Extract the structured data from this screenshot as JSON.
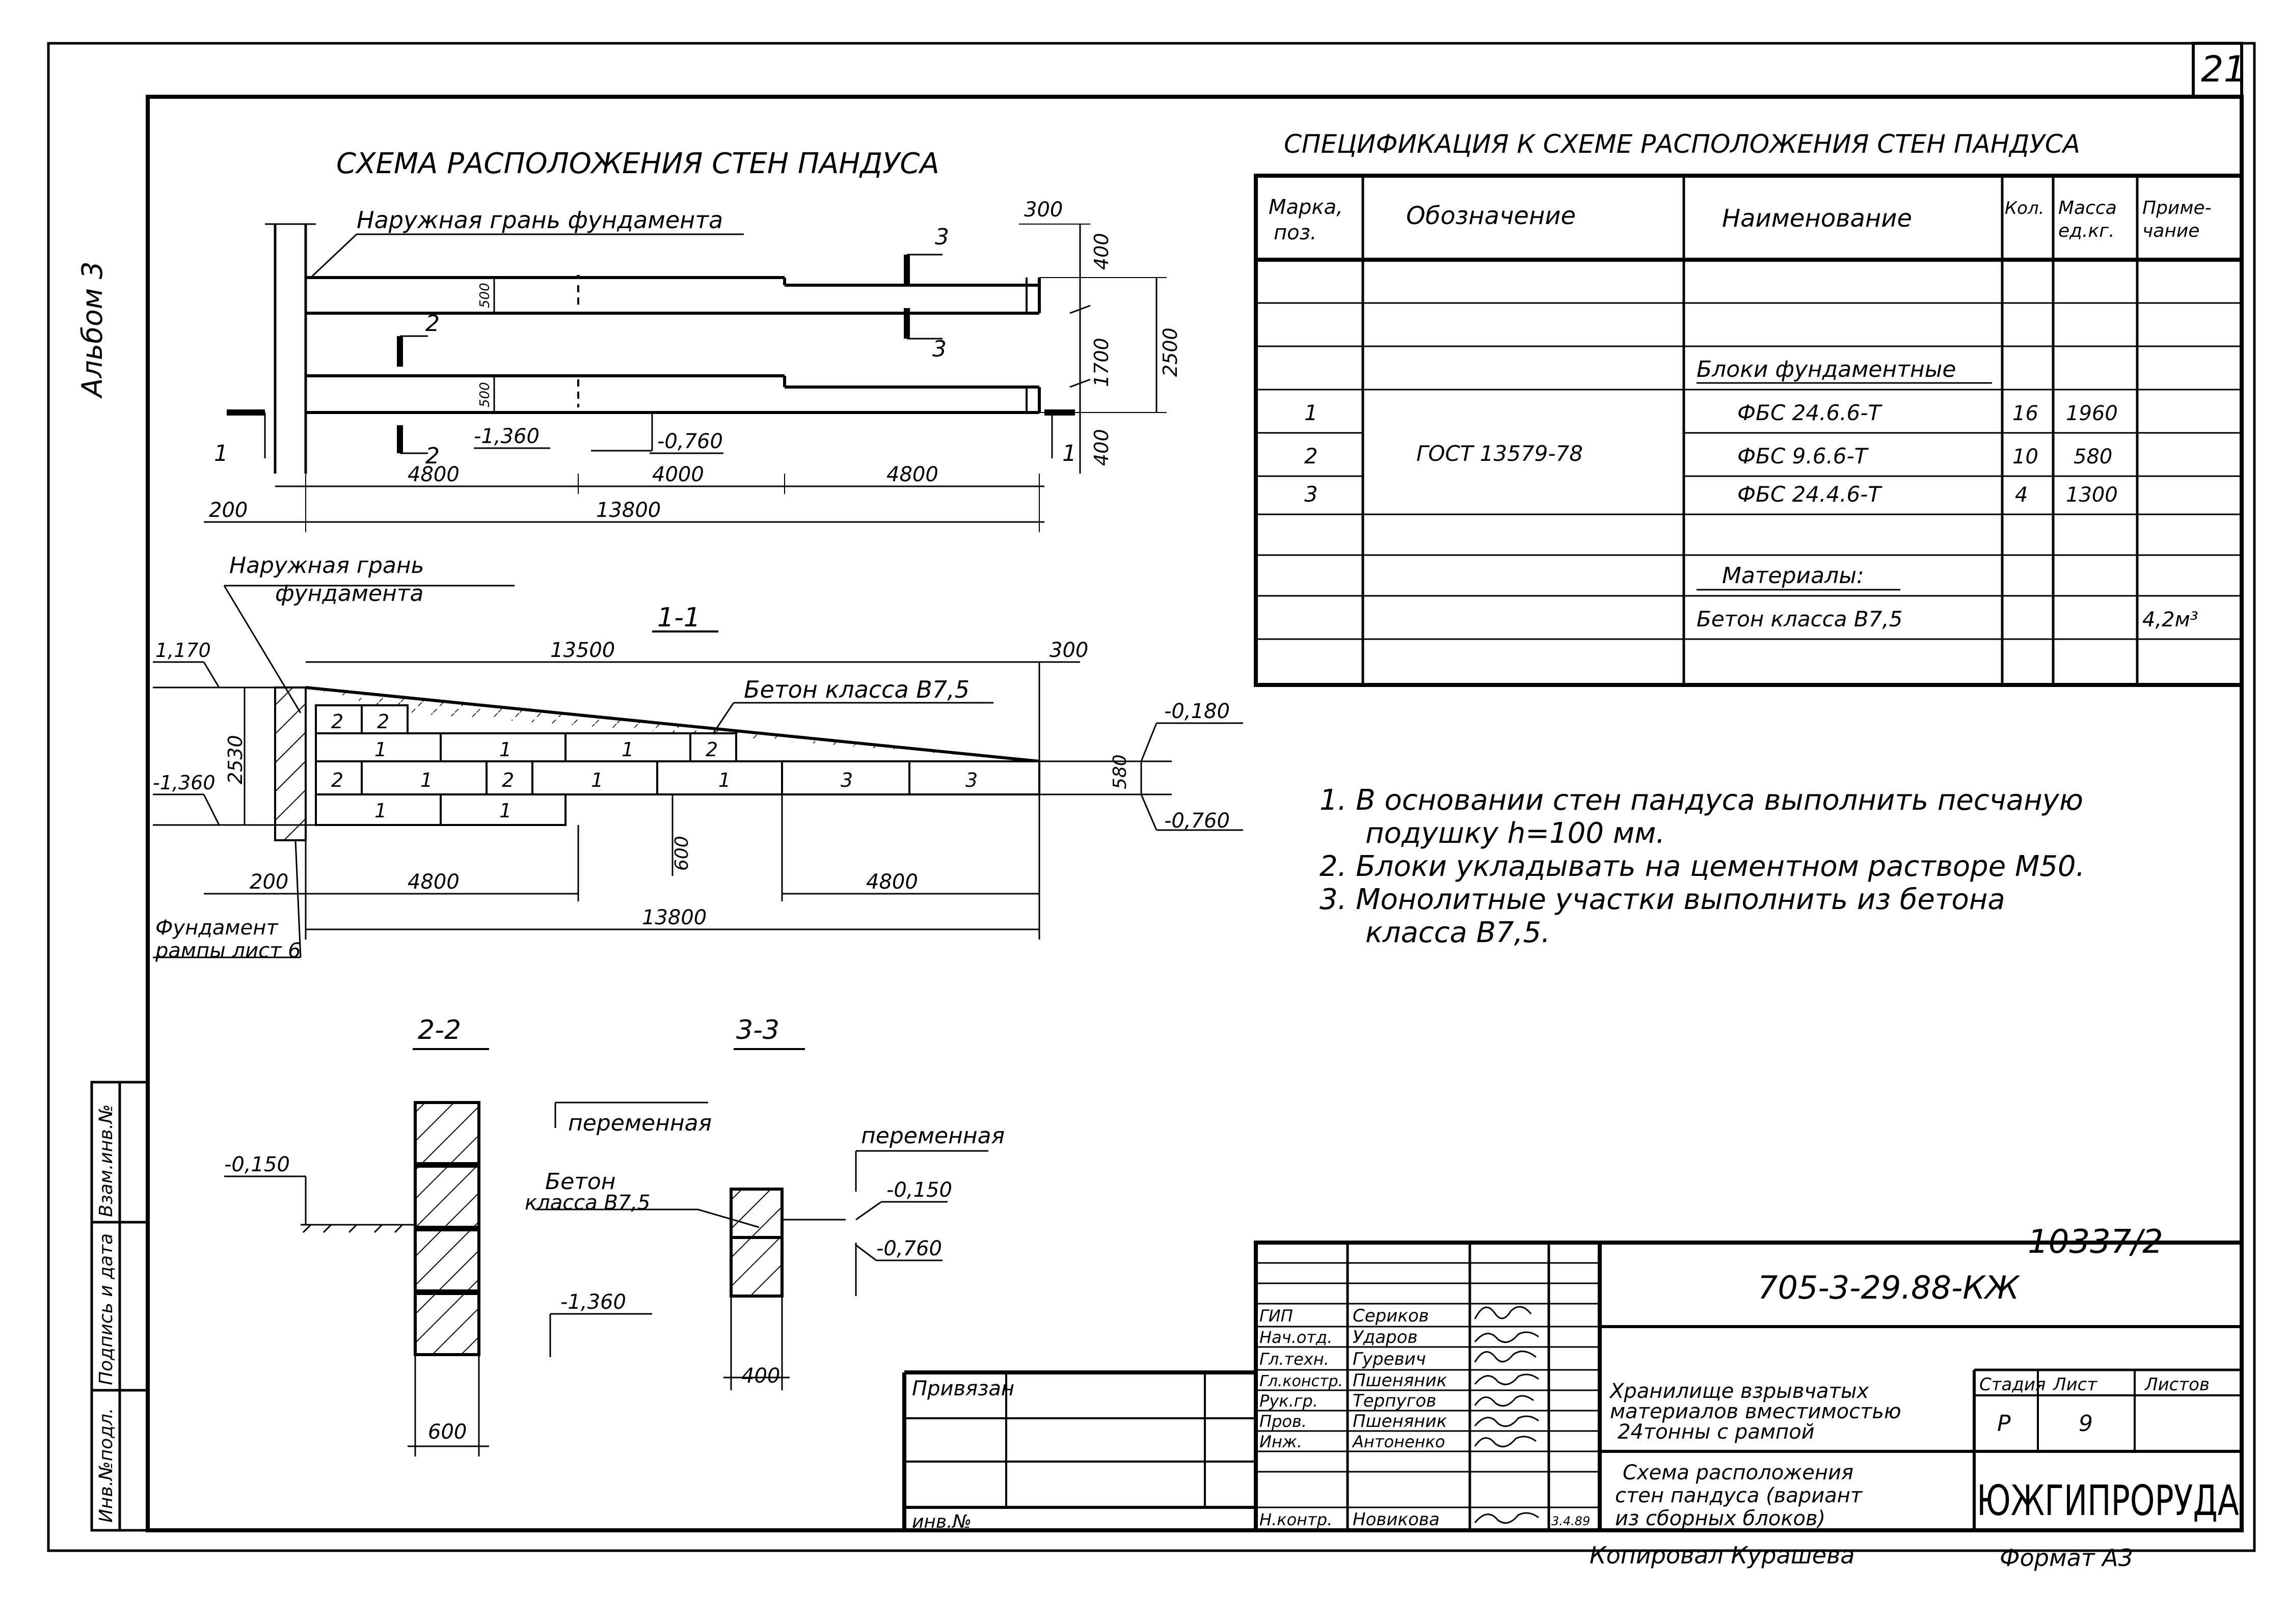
{
  "sheet": {
    "corner_number": "21",
    "album": "Альбом 3",
    "archive_number": "10337/2",
    "copied_by": "Копировал Курашева",
    "format": "Формат А3"
  },
  "plan": {
    "title": "СХЕМА РАСПОЛОЖЕНИЯ СТЕН ПАНДУСА",
    "outer_face_label": "Наружная грань фундамента",
    "dims": {
      "d300": "300",
      "d400a": "400",
      "d1700": "1700",
      "d2500": "2500",
      "d400b": "400",
      "d500a": "500",
      "d500b": "500",
      "seg1": "4800",
      "seg2": "4000",
      "seg3": "4800",
      "total": "13800",
      "offset": "200"
    },
    "levels": {
      "l1": "-1,360",
      "l2": "-0,760"
    },
    "cuts": {
      "c1": "1",
      "c2": "2",
      "c3": "3"
    }
  },
  "section11": {
    "title": "1-1",
    "outer_face_label_1": "Наружная грань",
    "outer_face_label_2": "фундамента",
    "concrete_label": "Бетон класса В7,5",
    "dims": {
      "top": "13500",
      "d300": "300",
      "h2530": "2530",
      "d580": "580",
      "d600": "600",
      "seg1": "4800",
      "seg2": "4800",
      "total": "13800",
      "offset": "200"
    },
    "levels": {
      "l1170": "1,170",
      "l1360": "-1,360",
      "l0180": "-0,180",
      "l0760": "-0,760"
    },
    "blocks": {
      "r1": [
        "2",
        "2"
      ],
      "r2": [
        "1",
        "1",
        "1",
        "2"
      ],
      "r3": [
        "2",
        "1",
        "2",
        "1",
        "1",
        "3",
        "3"
      ],
      "r4": [
        "1",
        "1"
      ]
    },
    "foundation_label_1": "Фундамент",
    "foundation_label_2": "рампы лист 6"
  },
  "section22": {
    "title": "2-2",
    "variable_label": "переменная",
    "level_top": "-0,150",
    "level_bottom": "-1,360",
    "width": "600"
  },
  "section33": {
    "title": "3-3",
    "variable_label": "переменная",
    "concrete_label_1": "Бетон",
    "concrete_label_2": "класса В7,5",
    "level_top": "-0,150",
    "level_bottom": "-0,760",
    "width": "400"
  },
  "spec": {
    "title": "СПЕЦИФИКАЦИЯ К СХЕМЕ РАСПОЛОЖЕНИЯ СТЕН ПАНДУСА",
    "headers": {
      "pos_1": "Марка,",
      "pos_2": "поз.",
      "designation": "Обозначение",
      "name": "Наименование",
      "qty": "Кол.",
      "mass_1": "Масса",
      "mass_2": "ед.кг.",
      "note_1": "Приме-",
      "note_2": "чание"
    },
    "group_blocks": "Блоки фундаментные",
    "gost": "ГОСТ 13579-78",
    "rows": [
      {
        "pos": "1",
        "name": "ФБС 24.6.6-Т",
        "qty": "16",
        "mass": "1960"
      },
      {
        "pos": "2",
        "name": "ФБС 9.6.6-Т",
        "qty": "10",
        "mass": "580"
      },
      {
        "pos": "3",
        "name": "ФБС 24.4.6-Т",
        "qty": "4",
        "mass": "1300"
      }
    ],
    "group_materials": "Материалы:",
    "concrete": "Бетон класса В7,5",
    "concrete_note": "4,2м³"
  },
  "notes": [
    "1. В основании стен пандуса выполнить песчаную",
    "подушку h=100 мм.",
    "2. Блоки укладывать на цементном растворе М50.",
    "3. Монолитные участки выполнить из бетона",
    "класса В7,5."
  ],
  "left_strip": {
    "inv": "Инв.№подл.",
    "sign": "Подпись и дата",
    "vzam": "Взам.инв.№"
  },
  "stamp": {
    "doc_code": "705-3-29.88-КЖ",
    "privyazan": "Привязан",
    "inv_no": "инв.№",
    "roles": [
      "ГИП",
      "Нач.отд.",
      "Гл.техн.",
      "Гл.констр.",
      "Рук.гр.",
      "Пров.",
      "Инж.",
      "Н.контр."
    ],
    "names": [
      "Сериков",
      "Ударов",
      "Гуревич",
      "Пшеняник",
      "Терпугов",
      "Пшеняник",
      "Антоненко",
      "Новикова"
    ],
    "date_note": "3.4.89",
    "project_1": "Хранилище взрывчатых",
    "project_2": "материалов вместимостью",
    "project_3": "24тонны с рампой",
    "sheet_1": "Схема расположения",
    "sheet_2": "стен пандуса (вариант",
    "sheet_3": "из сборных блоков)",
    "stage_h": "Стадия",
    "list_h": "Лист",
    "lists_h": "Листов",
    "stage": "Р",
    "list": "9",
    "org": "ЮЖГИПРОРУДА"
  }
}
